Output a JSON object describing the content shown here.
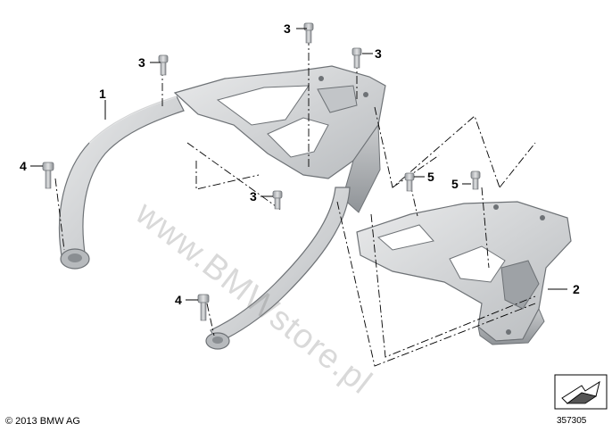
{
  "callouts": {
    "c1": "1",
    "c2": "2",
    "c3a": "3",
    "c3b": "3",
    "c3c": "3",
    "c3d": "3",
    "c4a": "4",
    "c4b": "4",
    "c5a": "5",
    "c5b": "5"
  },
  "footer": {
    "copyright": "© 2013 BMW AG",
    "diagram_number": "357305"
  },
  "watermark": "www.BMWstore.pl",
  "colors": {
    "part_light": "#d6d8da",
    "part_mid": "#b4b7ba",
    "part_dark": "#8e9296",
    "outline": "#6e7276",
    "guide_line": "#000000"
  }
}
